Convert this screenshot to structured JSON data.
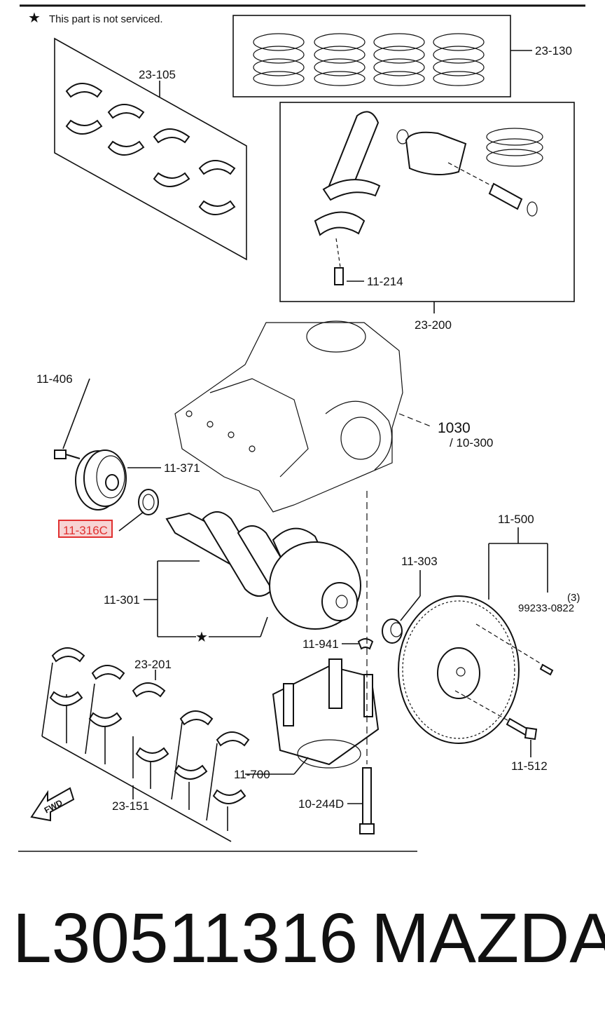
{
  "header": {
    "star": "★",
    "note": "This part is not serviced."
  },
  "callouts": {
    "c23130": "23-130",
    "c23105": "23-105",
    "c11214": "11-214",
    "c23200": "23-200",
    "c11406": "11-406",
    "c1030": "1030",
    "c10300": "/ 10-300",
    "c11371": "11-371",
    "c11316": "11-316C",
    "c11500": "11-500",
    "c11303": "11-303",
    "c11301": "11-301",
    "c3": "(3)",
    "c99233": "99233-0822",
    "c11941": "11-941",
    "c23201": "23-201",
    "c11700": "11-700",
    "c11512": "11-512",
    "c10244": "10-244D",
    "c23151": "23-151",
    "fwd": "FWD",
    "star2": "★"
  },
  "footer": {
    "part_number": "L30511316",
    "brand": "MAZDA"
  },
  "colors": {
    "highlight": "#e03030",
    "ink": "#111111"
  }
}
